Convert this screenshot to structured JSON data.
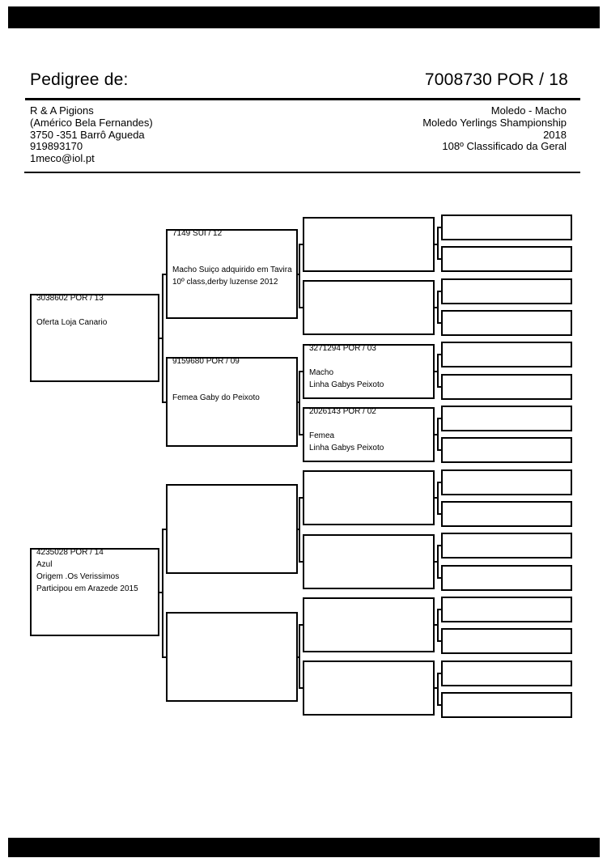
{
  "colors": {
    "ink": "#000000",
    "paper": "#ffffff"
  },
  "header": {
    "title": "Pedigree de:",
    "ring_number": "7008730 POR / 18",
    "owner_lines": [
      "R & A Pigions",
      "(Américo Bela Fernandes)",
      "3750 -351 Barrô Agueda",
      "919893170",
      "1meco@iol.pt"
    ],
    "event_lines": [
      "Moledo - Macho",
      "Moledo Yerlings Shampionship",
      "2018",
      "108º Classificado da Geral"
    ]
  },
  "pedigree": {
    "generations": [
      {
        "label": "generation-1",
        "boxes": [
          {
            "lines": [
              "3038602 POR / 13",
              "",
              "Oferta Loja Canario"
            ]
          },
          {
            "lines": [
              "4235028 POR / 14",
              "Azul",
              "Origem .Os Verissimos",
              "Participou em Arazede 2015"
            ]
          }
        ]
      },
      {
        "label": "generation-2",
        "boxes": [
          {
            "lines": [
              "7149 SUI / 12",
              "",
              "",
              "Macho Suiço adquirido em Tavira",
              "10º class,derby luzense 2012"
            ]
          },
          {
            "lines": [
              "9159680 POR / 09",
              "",
              "",
              "Femea Gaby do Peixoto"
            ]
          },
          {
            "lines": []
          },
          {
            "lines": []
          }
        ]
      },
      {
        "label": "generation-3",
        "boxes": [
          {
            "lines": []
          },
          {
            "lines": []
          },
          {
            "lines": [
              "3271294 POR / 03",
              "",
              "Macho",
              "Linha Gabys Peixoto"
            ]
          },
          {
            "lines": [
              "2026143 POR / 02",
              "",
              "Femea",
              "Linha Gabys Peixoto"
            ]
          },
          {
            "lines": []
          },
          {
            "lines": []
          },
          {
            "lines": []
          },
          {
            "lines": []
          }
        ]
      },
      {
        "label": "generation-4",
        "boxes": [
          {
            "lines": []
          },
          {
            "lines": []
          },
          {
            "lines": []
          },
          {
            "lines": []
          },
          {
            "lines": []
          },
          {
            "lines": []
          },
          {
            "lines": []
          },
          {
            "lines": []
          },
          {
            "lines": []
          },
          {
            "lines": []
          },
          {
            "lines": []
          },
          {
            "lines": []
          },
          {
            "lines": []
          },
          {
            "lines": []
          },
          {
            "lines": []
          },
          {
            "lines": []
          }
        ]
      }
    ]
  }
}
